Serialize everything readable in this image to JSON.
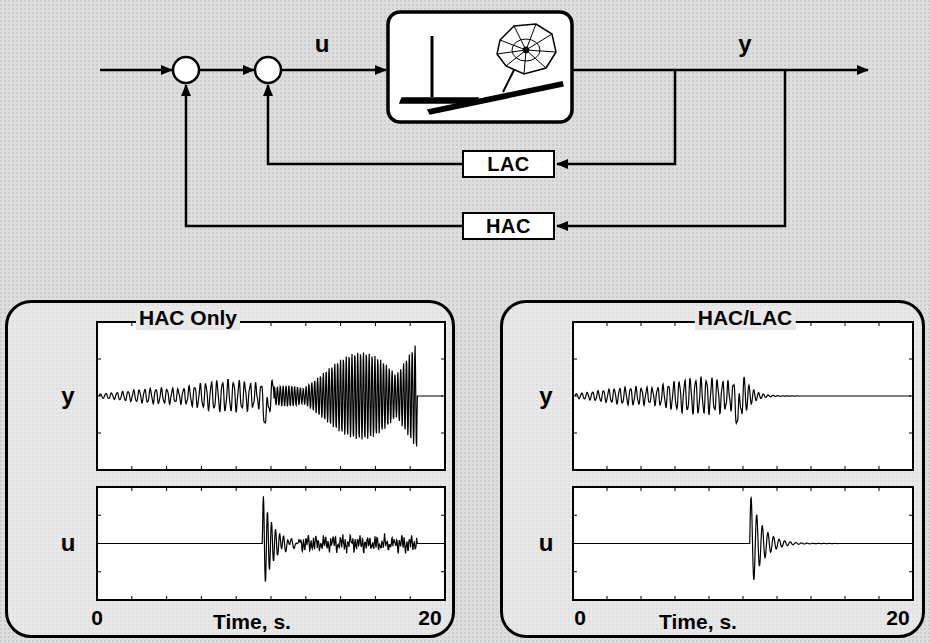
{
  "diagram": {
    "nodes": [
      {
        "text": [
          "LAC"
        ]
      },
      {
        "text": [
          "HAC"
        ]
      },
      {
        "text": [
          "HAC Only"
        ]
      },
      {
        "text": [
          "HAC/LAC"
        ]
      }
    ],
    "labels": [
      "u",
      "y",
      "y",
      "u",
      "0",
      "Time, s.",
      "20",
      "y",
      "u",
      "0",
      "Time, s.",
      "20"
    ]
  }
}
